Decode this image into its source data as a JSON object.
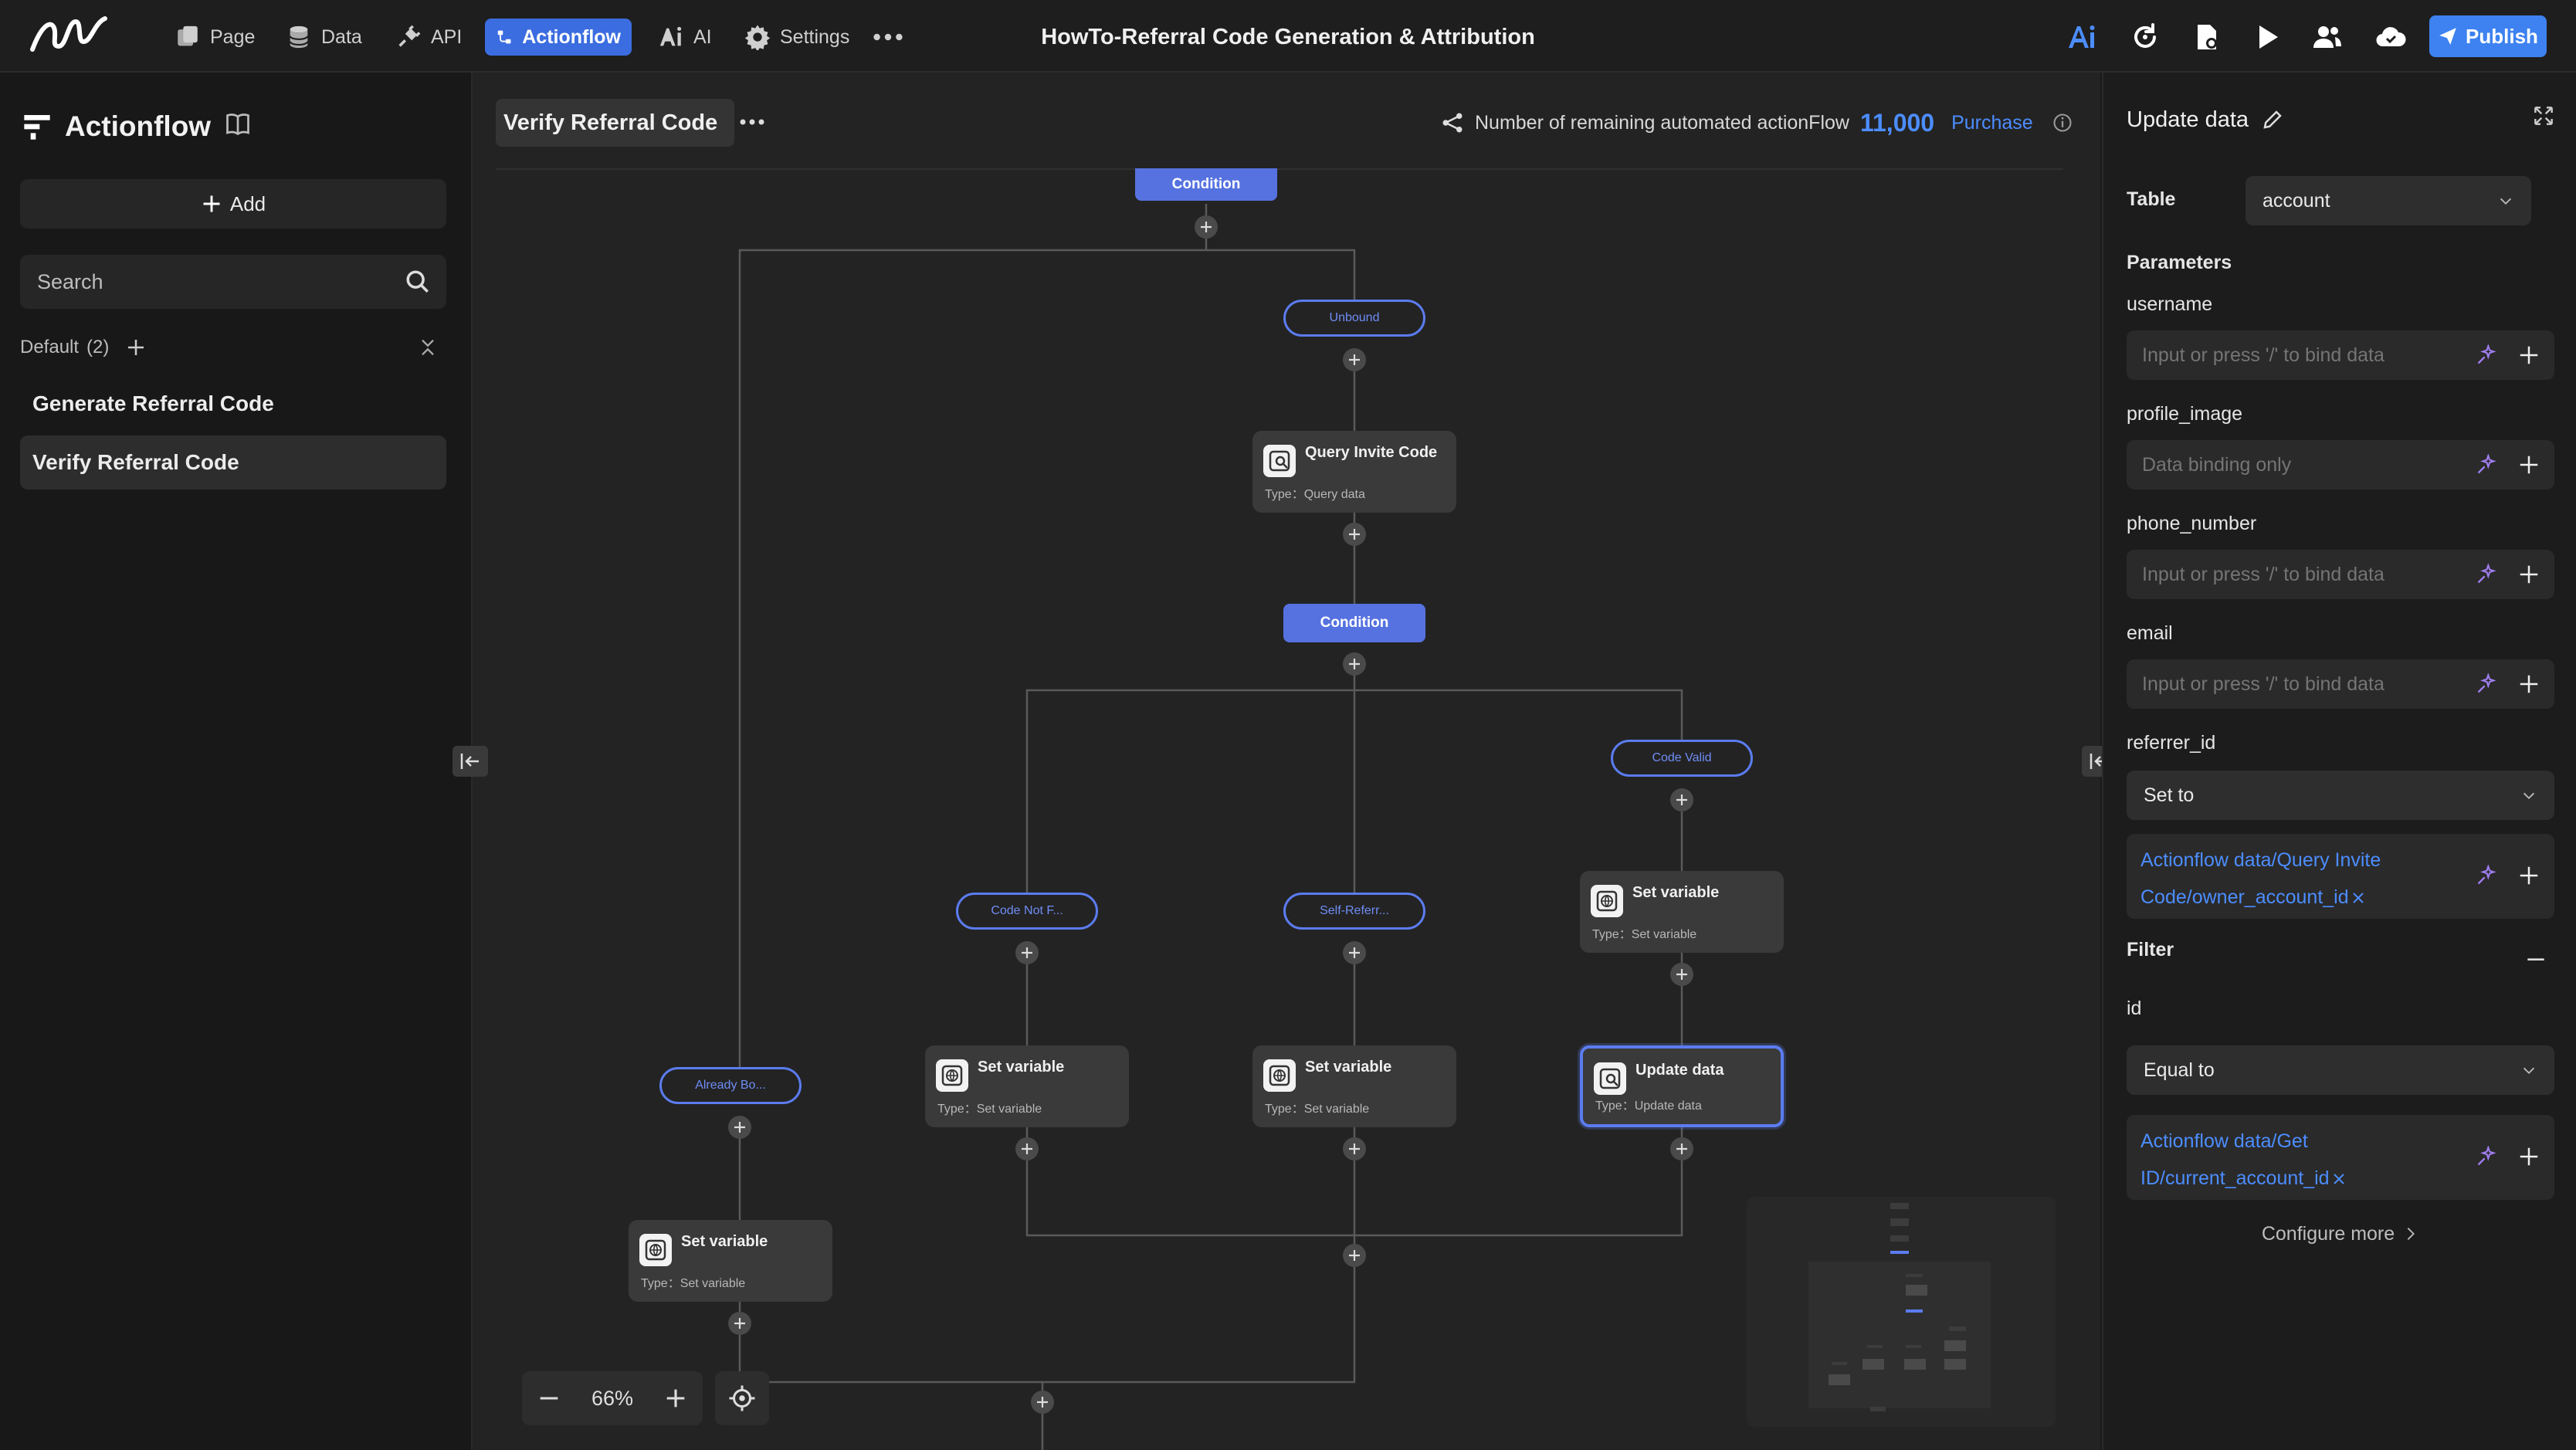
{
  "header": {
    "nav": [
      {
        "label": "Page",
        "icon": "page-icon"
      },
      {
        "label": "Data",
        "icon": "database-icon"
      },
      {
        "label": "API",
        "icon": "api-plug-icon"
      },
      {
        "label": "Actionflow",
        "icon": "actionflow-icon",
        "active": true
      },
      {
        "label": "AI",
        "icon": "ai-icon"
      },
      {
        "label": "Settings",
        "icon": "gear-icon"
      }
    ],
    "title": "HowTo-Referral Code Generation & Attribution",
    "publish_label": "Publish",
    "accent": "#3d82f0"
  },
  "sidebar": {
    "title": "Actionflow",
    "add_label": "Add",
    "search_placeholder": "Search",
    "group_name": "Default",
    "group_count": "(2)",
    "flows": [
      "Generate Referral Code",
      "Verify Referral Code"
    ],
    "selected_flow": "Verify Referral Code"
  },
  "canvas": {
    "flow_name": "Verify Referral Code",
    "remaining_label": "Number of remaining automated actionFlow",
    "remaining_count": "11,000",
    "purchase_label": "Purchase",
    "zoom": "66%",
    "nodes": {
      "query": {
        "title": "Query Invite Code",
        "type": "Type：Query data"
      },
      "set_self": {
        "title": "Set variable",
        "type": "Type：Set variable"
      },
      "set_notfound": {
        "title": "Set variable",
        "type": "Type：Set variable"
      },
      "set_valid": {
        "title": "Set variable",
        "type": "Type：Set variable"
      },
      "update": {
        "title": "Update data",
        "type": "Type：Update data"
      },
      "set_already": {
        "title": "Set variable",
        "type": "Type：Set variable"
      }
    },
    "conditions": {
      "top": "Condition",
      "mid": "Condition"
    },
    "branches": {
      "unbound": "Unbound",
      "code_valid": "Code Valid",
      "code_not_found": "Code Not F...",
      "self_referral": "Self-Referr...",
      "already_bound": "Already Bo..."
    }
  },
  "panel": {
    "title": "Update data",
    "table_label": "Table",
    "table_value": "account",
    "parameters_label": "Parameters",
    "params": [
      {
        "name": "username",
        "placeholder": "Input or press '/' to bind data"
      },
      {
        "name": "profile_image",
        "placeholder": "Data binding only"
      },
      {
        "name": "phone_number",
        "placeholder": "Input or press '/' to bind data"
      },
      {
        "name": "email",
        "placeholder": "Input or press '/' to bind data"
      }
    ],
    "referrer": {
      "name": "referrer_id",
      "mode": "Set to",
      "binding": "Actionflow data/Query Invite Code/owner_account_id"
    },
    "filter_label": "Filter",
    "filter": {
      "field": "id",
      "operator": "Equal to",
      "binding": "Actionflow data/Get ID/current_account_id"
    },
    "configure_more": "Configure more"
  }
}
